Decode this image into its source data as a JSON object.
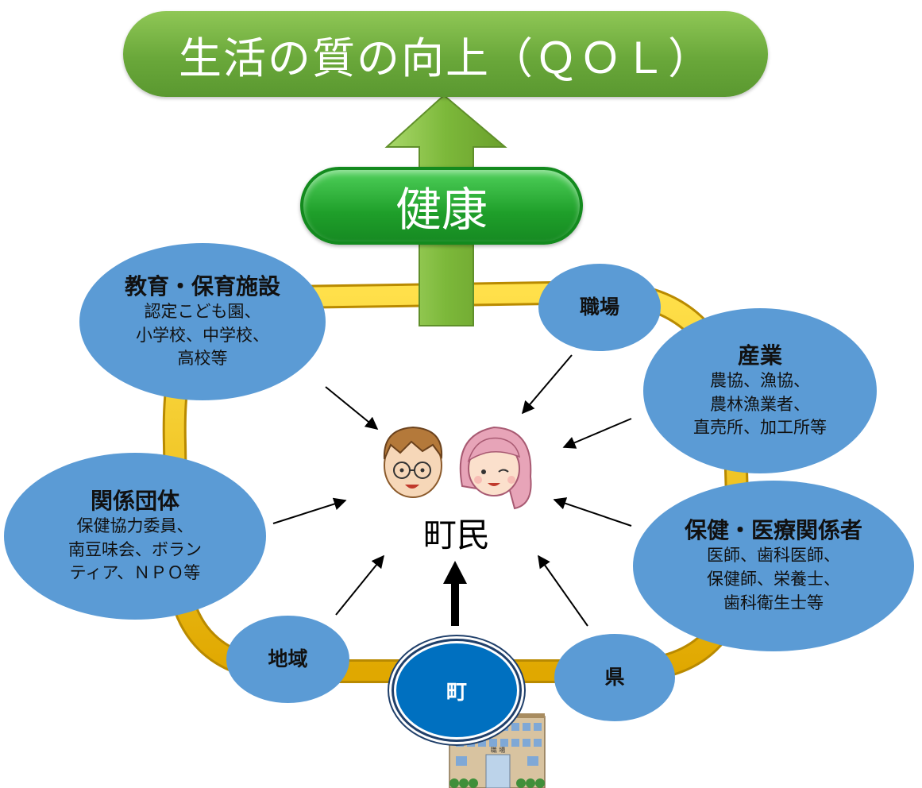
{
  "title": "生活の質の向上（ＱＯＬ）",
  "health": "健康",
  "center": "町民",
  "town": "町",
  "bubbles": {
    "education": {
      "title": "教育・保育施設",
      "lines": [
        "認定こども園、",
        "小学校、中学校、",
        "高校等"
      ]
    },
    "workplace": {
      "title": "職場"
    },
    "industry": {
      "title": "産業",
      "lines": [
        "農協、漁協、",
        "農林漁業者、",
        "直売所、加工所等"
      ]
    },
    "groups": {
      "title": "関係団体",
      "lines": [
        "保健協力委員、",
        "南豆味会、ボラン",
        "ティア、ＮＰＯ等"
      ]
    },
    "health_pro": {
      "title": "保健・医療関係者",
      "lines": [
        "医師、歯科医師、",
        "保健師、栄養士、",
        "歯科衛生士等"
      ]
    },
    "region": {
      "title": "地域"
    },
    "prefecture": {
      "title": "県"
    }
  },
  "building_sign": "職 場",
  "colors": {
    "banner": "#6aa83a",
    "health": "#1f9f2a",
    "bubble": "#5b9bd5",
    "ring": "#f5c400",
    "arrow_up": "#8cc63f",
    "town": "#0070c0"
  }
}
